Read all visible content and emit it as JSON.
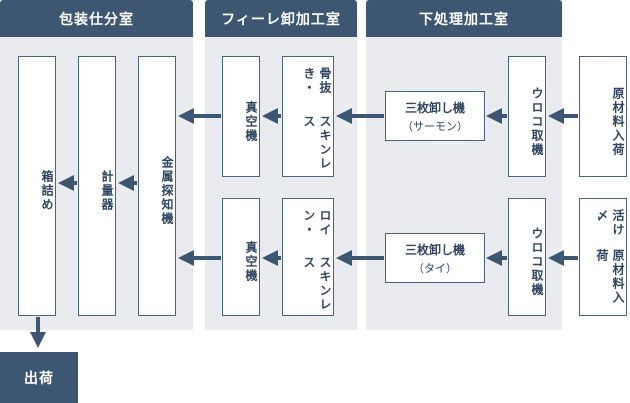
{
  "sections": {
    "packaging": "包装仕分室",
    "fillet": "フィーレ卸加工室",
    "pre": "下処理加工室"
  },
  "boxes": {
    "raw_top": "原材料入荷",
    "scale_top": "ウロコ取機",
    "filleter_top": "三枚卸し機",
    "filleter_top_sub": "（サーモン）",
    "bone_skin_col1": "骨抜き・",
    "bone_skin_col2": "スキンレス",
    "vacuum_top": "真空機",
    "raw_bottom_col1": "活け〆",
    "raw_bottom_col2": "原材料入荷",
    "scale_bottom": "ウロコ取機",
    "filleter_bottom": "三枚卸し機",
    "filleter_bottom_sub": "（タイ）",
    "loin_skin_col1": "ロイン・",
    "loin_skin_col2": "スキンレス",
    "vacuum_bottom": "真空機",
    "metal_detector": "金属探知機",
    "weigher": "計量器",
    "boxing": "箱詰め"
  },
  "output": "出荷",
  "colors": {
    "accent": "#3d5772",
    "panel": "#e9ebef",
    "arrow": "#3d5772"
  }
}
